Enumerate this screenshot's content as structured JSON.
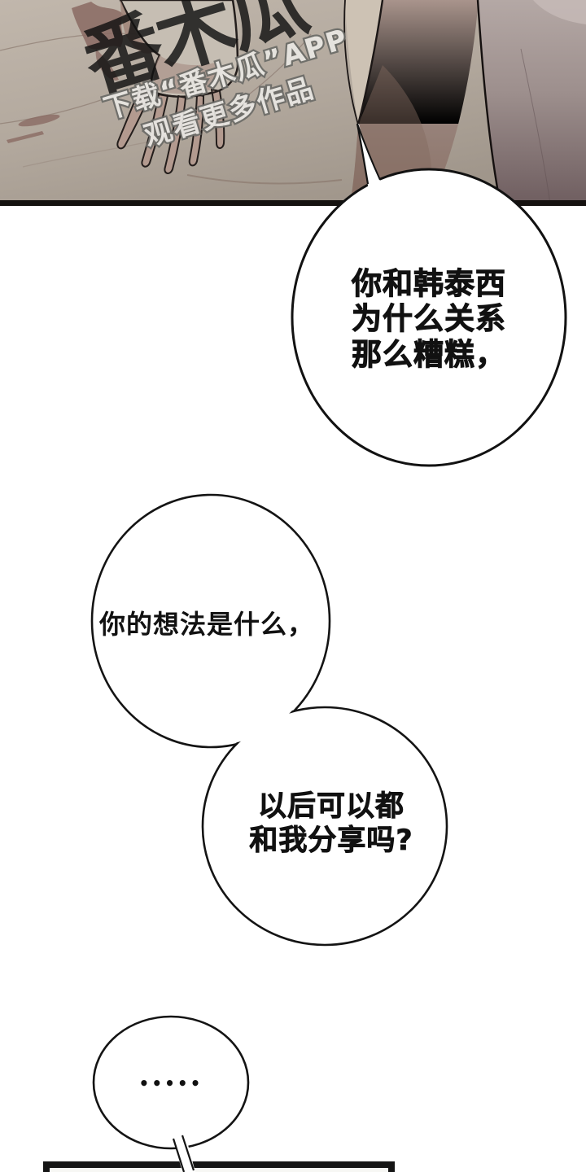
{
  "artwork": {
    "watermark_logo": "番木瓜",
    "watermark_line1": "下载“番木瓜”APP",
    "watermark_line2": "观看更多作品",
    "palette": {
      "sheet": "#b3a99e",
      "shadow_spot": "#8a6a63",
      "body": "#9a847b",
      "body_dark": "#8a7166",
      "right_shade": "#6e5d5f",
      "hand": "#c6beb3",
      "fingers": "#b39a8f",
      "outline": "#1c1716",
      "panel_frame": "#151515"
    }
  },
  "bubbles": {
    "b1": {
      "line1": "你和韩泰西",
      "line2": "为什么关系",
      "line3": "那么糟糕，"
    },
    "b2": {
      "line1": "你的想法是什么，"
    },
    "b3": {
      "line1": "以后可以都",
      "line2": "和我分享吗?"
    },
    "b4": {
      "dots": "•••••"
    }
  }
}
